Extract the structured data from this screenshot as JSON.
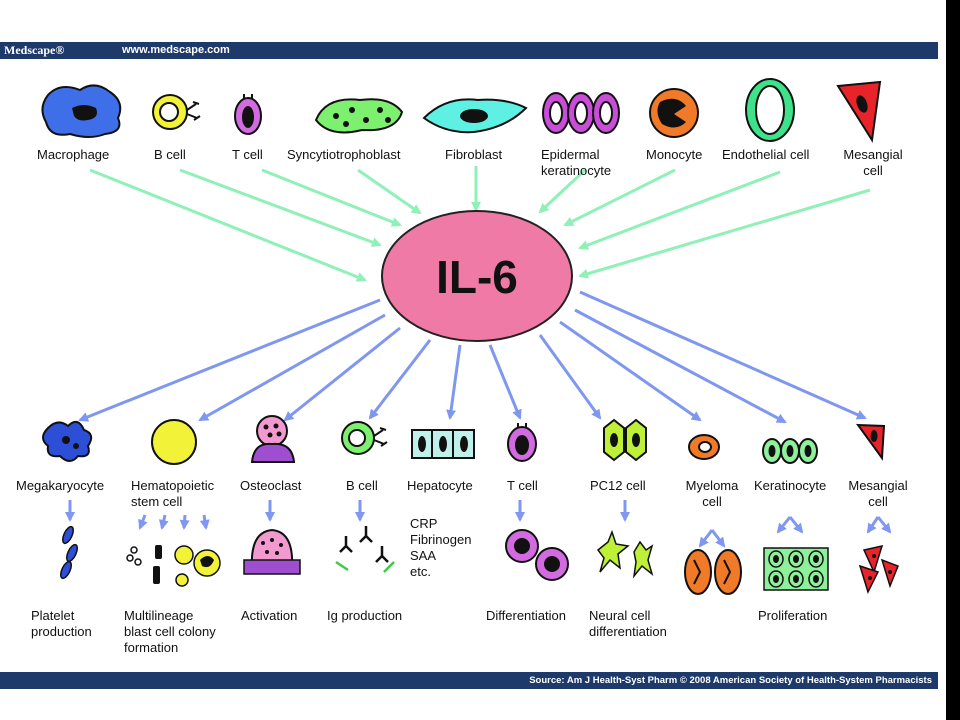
{
  "header": {
    "brand": "Medscape®",
    "url": "www.medscape.com"
  },
  "center_label": "IL-6",
  "producers": [
    {
      "label": "Macrophage"
    },
    {
      "label": "B cell"
    },
    {
      "label": "T cell"
    },
    {
      "label": "Syncytiotrophoblast"
    },
    {
      "label": "Fibroblast"
    },
    {
      "label": "Epidermal\nkeratinocyte"
    },
    {
      "label": "Monocyte"
    },
    {
      "label": "Endothelial cell"
    },
    {
      "label": "Mesangial\ncell"
    }
  ],
  "targets": [
    {
      "label": "Megakaryocyte",
      "effect": "Platelet\nproduction"
    },
    {
      "label": "Hematopoietic\nstem cell",
      "effect": "Multilineage\nblast cell colony\nformation"
    },
    {
      "label": "Osteoclast",
      "effect": "Activation"
    },
    {
      "label": "B cell",
      "effect": "Ig production"
    },
    {
      "label": "Hepatocyte",
      "effect": "CRP\nFibrinogen\nSAA\netc."
    },
    {
      "label": "T cell",
      "effect": "Differentiation"
    },
    {
      "label": "PC12 cell",
      "effect": "Neural cell\ndifferentiation"
    },
    {
      "label": "Myeloma\ncell",
      "effect": ""
    },
    {
      "label": "Keratinocyte",
      "effect": "Proliferation"
    },
    {
      "label": "Mesangial\ncell",
      "effect": ""
    }
  ],
  "footer": {
    "source": "Source: Am J Health-Syst Pharm © 2008 American Society of Health-System Pharmacists"
  },
  "colors": {
    "input_arrow": "#8ff0b8",
    "output_arrow": "#7f97f0",
    "il6_fill": "#f07aa6",
    "banner": "#1e3a6b"
  }
}
